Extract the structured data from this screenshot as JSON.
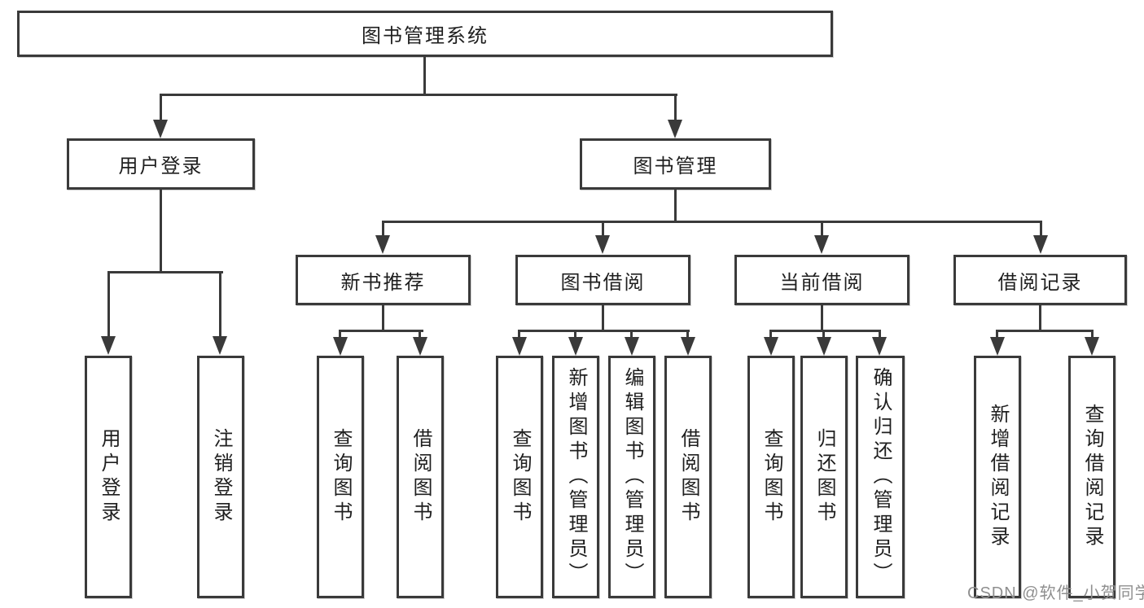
{
  "page": {
    "background": "#ffffff",
    "line_color": "#3a3a3a",
    "text_color": "#1f1f1f",
    "diagram_type": "hierarchy-tree"
  },
  "watermark": {
    "text": "CSDN @软件_小贺同学",
    "color": "#8f8f8f"
  },
  "tree": {
    "label": "图书管理系统",
    "children": [
      {
        "label": "用户登录",
        "children": [
          {
            "label": "用户登录"
          },
          {
            "label": "注销登录"
          }
        ]
      },
      {
        "label": "图书管理",
        "children": [
          {
            "label": "新书推荐",
            "children": [
              {
                "label": "查询图书"
              },
              {
                "label": "借阅图书"
              }
            ]
          },
          {
            "label": "图书借阅",
            "children": [
              {
                "label": "查询图书"
              },
              {
                "label": "新增图书（管理员）"
              },
              {
                "label": "编辑图书（管理员）"
              },
              {
                "label": "借阅图书"
              }
            ]
          },
          {
            "label": "当前借阅",
            "children": [
              {
                "label": "查询图书"
              },
              {
                "label": "归还图书"
              },
              {
                "label": "确认归还（管理员）"
              }
            ]
          },
          {
            "label": "借阅记录",
            "children": [
              {
                "label": "新增借阅记录"
              },
              {
                "label": "查询借阅记录"
              }
            ]
          }
        ]
      }
    ]
  }
}
